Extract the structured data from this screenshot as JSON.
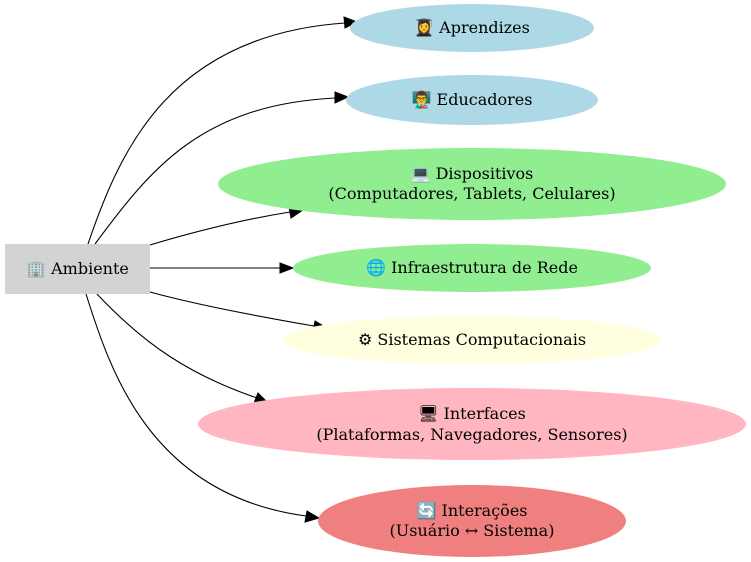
{
  "diagram": {
    "source": {
      "label": "🏢 Ambiente",
      "color": "#d3d3d3"
    },
    "targets": [
      {
        "label": "👩‍🎓 Aprendizes",
        "label2": "",
        "color": "#add8e6"
      },
      {
        "label": "👨‍🏫 Educadores",
        "label2": "",
        "color": "#add8e6"
      },
      {
        "label": "💻 Dispositivos",
        "label2": "(Computadores, Tablets, Celulares)",
        "color": "#90ee90"
      },
      {
        "label": "🌐 Infraestrutura de Rede",
        "label2": "",
        "color": "#90ee90"
      },
      {
        "label": "⚙ Sistemas Computacionais",
        "label2": "",
        "color": "#ffffe0"
      },
      {
        "label": "🖥 Interfaces",
        "label2": "(Plataformas, Navegadores, Sensores)",
        "color": "#ffb6c1"
      },
      {
        "label": "🔄 Interações",
        "label2": "(Usuário ↔ Sistema)",
        "color": "#f08080"
      }
    ]
  }
}
